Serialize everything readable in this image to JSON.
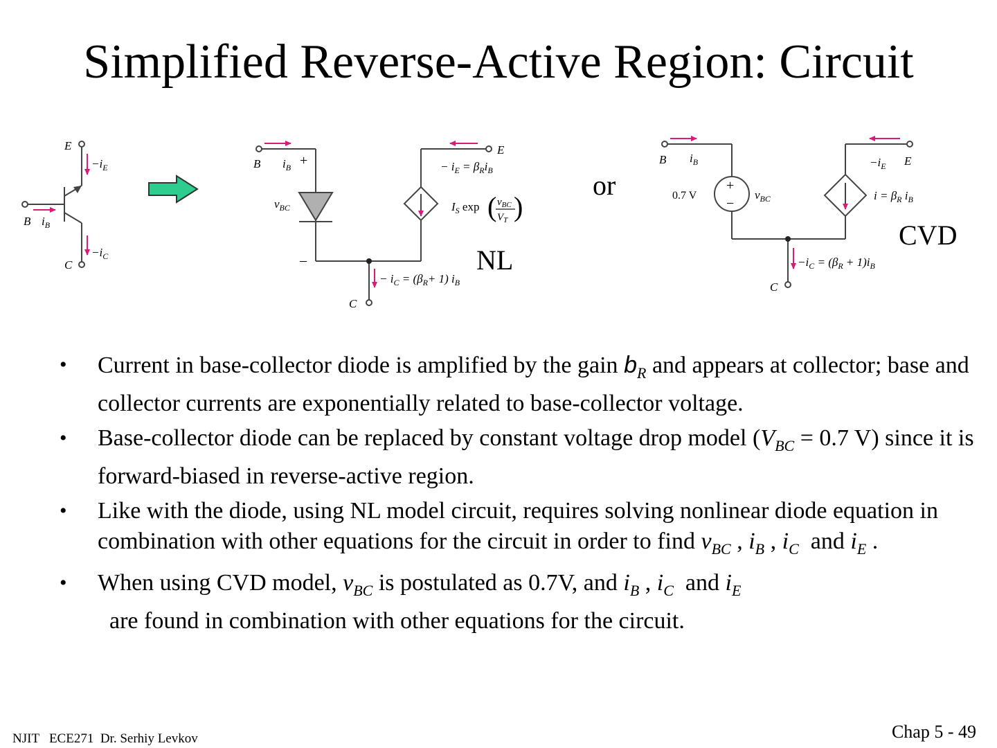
{
  "title": "Simplified Reverse-Active Region: Circuit",
  "overlay_labels": {
    "or": "or",
    "cvd": "CVD",
    "nl": "NL"
  },
  "arrow_color": "#2ecc8f",
  "accent_color": "#d81b78",
  "circuit_transistor": {
    "E": "E",
    "B": "B",
    "C": "C",
    "iE": "−i",
    "iE_sub": "E",
    "iB": "i",
    "iB_sub": "B",
    "iC": "−i",
    "iC_sub": "C"
  },
  "circuit_nl": {
    "B": "B",
    "E": "E",
    "C": "C",
    "plus": "+",
    "minus": "–",
    "iB": "i",
    "iB_sub": "B",
    "vBC": "v",
    "vBC_sub": "BC",
    "top_eq": "− i",
    "top_eq_sub": "E",
    "top_eq_rest": " = β",
    "top_eq_sub2": "R",
    "top_eq_rest2": "i",
    "top_eq_sub3": "B",
    "source_eq_a": "I",
    "source_eq_sub": "S",
    "source_eq_exp": " exp",
    "frac_num": "v",
    "frac_num_sub": "BC",
    "frac_den": "V",
    "frac_den_sub": "T",
    "bottom_eq": "− i",
    "bottom_eq_sub": "C",
    "bottom_eq_rest": " = (β",
    "bottom_eq_sub2": "R",
    "bottom_eq_rest2": "+ 1) i",
    "bottom_eq_sub3": "B"
  },
  "circuit_cvd": {
    "B": "B",
    "E": "E",
    "C": "C",
    "plus": "+",
    "minus": "−",
    "iB": "i",
    "iB_sub": "B",
    "iE": "−i",
    "iE_sub": "E",
    "voltage": "0.7 V",
    "vBC": "v",
    "vBC_sub": "BC",
    "src_eq": "i = β",
    "src_eq_sub": "R",
    "src_eq_rest": " i",
    "src_eq_sub2": "B",
    "bottom_eq": "−i",
    "bottom_eq_sub": "C",
    "bottom_eq_rest": " = (β",
    "bottom_eq_sub2": "R",
    "bottom_eq_rest2": " + 1)i",
    "bottom_eq_sub3": "B"
  },
  "bullets": {
    "b1": {
      "a": "Current in base-collector diode is amplified by the gain ",
      "sym": "b",
      "sym_sub": "R",
      "b": " and appears at collector; base and collector currents are exponentially related to base-collector voltage."
    },
    "b2": {
      "a": "Base-collector diode can be replaced by constant voltage drop model (",
      "v": "V",
      "v_sub": "BC",
      "b": " = 0.7 V) since it is forward-biased in reverse-active region."
    },
    "b3": {
      "a": "Like with the diode, using NL model circuit, requires solving nonlinear diode equation in combination with other equations for the circuit in order to find ",
      "v": "v",
      "v_sub": "BC",
      "c1": " , ",
      "ib": "i",
      "ib_sub": "B",
      "c2": " , ",
      "ic": "i",
      "ic_sub": "C",
      "c3": "  and ",
      "ie": "i",
      "ie_sub": "E",
      "end": " ."
    },
    "b4": {
      "a": "When using CVD model, ",
      "v": "v",
      "v_sub": "BC",
      "b": " is postulated as 0.7V, and ",
      "ib": "i",
      "ib_sub": "B",
      "c1": " , ",
      "ic": "i",
      "ic_sub": "C",
      "c2": "  and ",
      "ie": "i",
      "ie_sub": "E",
      "c3": "  are found in combination with other equations for the circuit."
    }
  },
  "bullet_glyph": "•",
  "footer": {
    "left": "NJIT   ECE271  Dr. Serhiy Levkov",
    "right": "Chap 5 - 49"
  }
}
